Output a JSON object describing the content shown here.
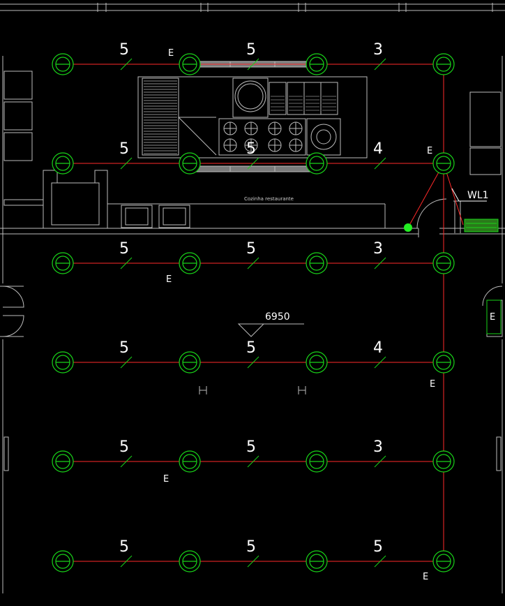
{
  "drawing": {
    "background": "#000000",
    "wire_color": "#ff2a2a",
    "fixture_color": "#19d419",
    "outline_color": "#bdbdbd",
    "kitchen_label": "Cozinha restaurante",
    "panel_label": "WL1",
    "level_label": "6950"
  },
  "fixture_grid": {
    "columns": 4,
    "rows": 6
  },
  "segment_labels": [
    [
      "5",
      "5",
      "3"
    ],
    [
      "5",
      "5",
      "4"
    ],
    [
      "5",
      "5",
      "3"
    ],
    [
      "5",
      "5",
      "4"
    ],
    [
      "5",
      "5",
      "3"
    ],
    [
      "5",
      "5",
      "5"
    ]
  ],
  "emergency_label": "E"
}
